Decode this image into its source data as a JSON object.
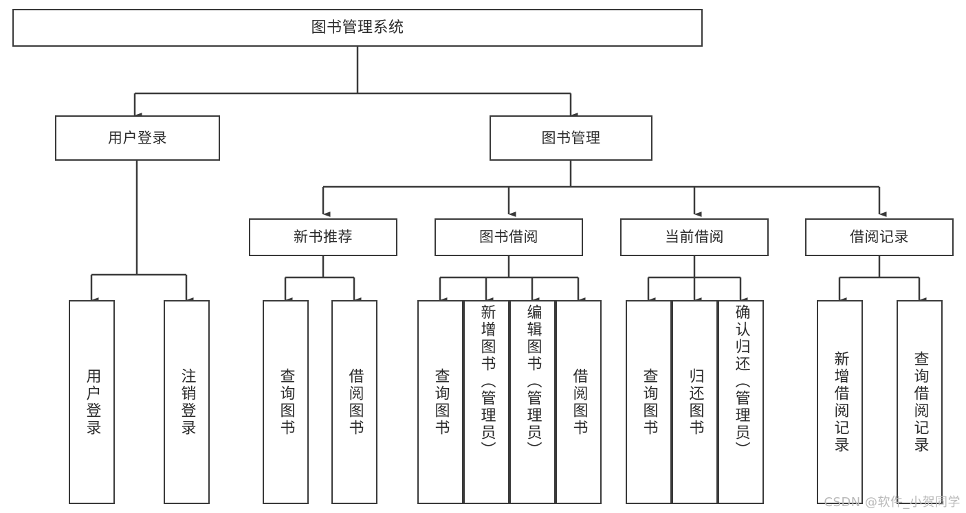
{
  "diagram": {
    "title": "图书管理系统",
    "type": "tree",
    "watermark": "CSDN @软件_小贺同学",
    "colors": {
      "box_border": "#3a3a3a",
      "box_fill": "#ffffff",
      "edge": "#3a3a3a",
      "text": "#2b2b2b",
      "watermark": "#b9b9b9",
      "background": "#ffffff"
    },
    "root": {
      "id": "root",
      "label": "图书管理系统",
      "orientation": "horizontal"
    },
    "level1": [
      {
        "id": "user-login",
        "label": "用户登录",
        "orientation": "horizontal"
      },
      {
        "id": "book-management",
        "label": "图书管理",
        "orientation": "horizontal"
      }
    ],
    "level2": [
      {
        "id": "new-book-recommend",
        "label": "新书推荐",
        "parent": "book-management",
        "orientation": "horizontal"
      },
      {
        "id": "book-borrow",
        "label": "图书借阅",
        "parent": "book-management",
        "orientation": "horizontal"
      },
      {
        "id": "current-borrow",
        "label": "当前借阅",
        "parent": "book-management",
        "orientation": "horizontal"
      },
      {
        "id": "borrow-record",
        "label": "借阅记录",
        "parent": "book-management",
        "orientation": "horizontal"
      }
    ],
    "leaves": [
      {
        "id": "leaf-user-login",
        "label": "用户登录",
        "parent": "user-login",
        "orientation": "vertical",
        "align": "center"
      },
      {
        "id": "leaf-user-logout",
        "label": "注销登录",
        "parent": "user-login",
        "orientation": "vertical",
        "align": "center"
      },
      {
        "id": "leaf-query-book-1",
        "label": "查询图书",
        "parent": "new-book-recommend",
        "orientation": "vertical",
        "align": "center"
      },
      {
        "id": "leaf-borrow-book-1",
        "label": "借阅图书",
        "parent": "new-book-recommend",
        "orientation": "vertical",
        "align": "center"
      },
      {
        "id": "leaf-query-book-2",
        "label": "查询图书",
        "parent": "book-borrow",
        "orientation": "vertical",
        "align": "center"
      },
      {
        "id": "leaf-add-book",
        "label": "新增图书（管理员）",
        "parent": "book-borrow",
        "orientation": "vertical",
        "align": "top"
      },
      {
        "id": "leaf-edit-book",
        "label": "编辑图书（管理员）",
        "parent": "book-borrow",
        "orientation": "vertical",
        "align": "top"
      },
      {
        "id": "leaf-borrow-book-2",
        "label": "借阅图书",
        "parent": "book-borrow",
        "orientation": "vertical",
        "align": "center"
      },
      {
        "id": "leaf-query-book-3",
        "label": "查询图书",
        "parent": "current-borrow",
        "orientation": "vertical",
        "align": "center"
      },
      {
        "id": "leaf-return-book",
        "label": "归还图书",
        "parent": "current-borrow",
        "orientation": "vertical",
        "align": "center"
      },
      {
        "id": "leaf-confirm-return",
        "label": "确认归还（管理员）",
        "parent": "current-borrow",
        "orientation": "vertical",
        "align": "top"
      },
      {
        "id": "leaf-add-record",
        "label": "新增借阅记录",
        "parent": "borrow-record",
        "orientation": "vertical",
        "align": "center"
      },
      {
        "id": "leaf-query-record",
        "label": "查询借阅记录",
        "parent": "borrow-record",
        "orientation": "vertical",
        "align": "center"
      }
    ]
  }
}
